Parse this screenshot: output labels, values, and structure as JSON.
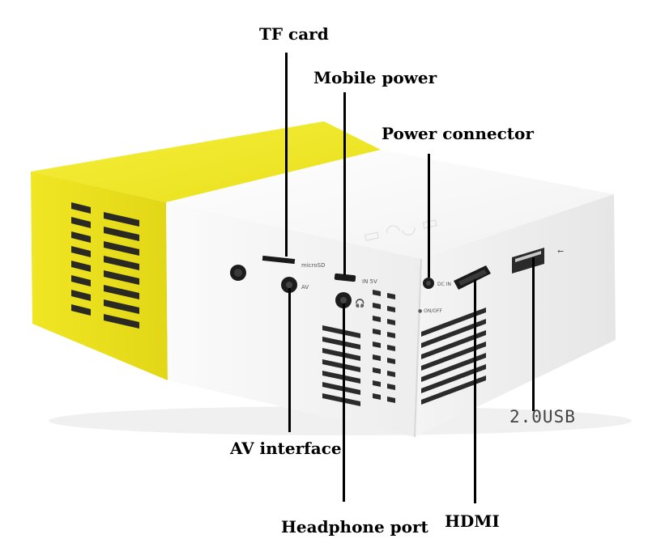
{
  "labels": {
    "tf_card": "TF card",
    "mobile_power": "Mobile power",
    "power_connector": "Power connector",
    "av_interface": "AV interface",
    "headphone_port": "Headphone port",
    "hdmi": "HDMI",
    "usb": "2.0USB"
  },
  "colors": {
    "yellow": "#f2e92a",
    "body_white": "#f7f7f7",
    "port_dark": "#1a1a1a",
    "leader": "#000000"
  },
  "icons": [
    "usb-icon",
    "headphone-icon"
  ]
}
